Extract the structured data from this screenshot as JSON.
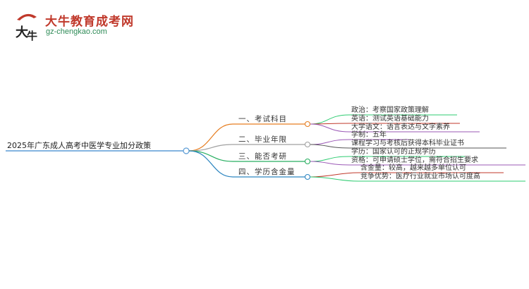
{
  "logo": {
    "title": "大牛教育成考网",
    "url": "gz-chengkao.com",
    "mark_glyph": "大牛"
  },
  "colors": {
    "root_line": "#5b9bd5",
    "branch1": "#e67e22",
    "branch2": "#a0a0a0",
    "branch3": "#27ae60",
    "branch4": "#2e86c1",
    "leaf1": "#2ecc71",
    "leaf2": "#8e44ad",
    "leaf3": "#9b59b6",
    "leaf4": "#c0392b"
  },
  "mindmap": {
    "root": "2025年广东成人高考中医学专业加分政策",
    "branches": [
      {
        "label": "一、考试科目",
        "children": [
          "政治：考察国家政策理解",
          "英语：测试英语基础能力",
          "大学语文：语言表达与文字素养"
        ]
      },
      {
        "label": "二、毕业年限",
        "children": [
          "学制：五年",
          "课程学习与考核后获得本科毕业证书"
        ]
      },
      {
        "label": "三、能否考研",
        "children": [
          "学历：国家认可的正规学历",
          "资格：可申请硕士学位，需符合招生要求"
        ]
      },
      {
        "label": "四、学历含金量",
        "children": [
          "含金量：较高，越来越多单位认可",
          "竞争优势：医疗行业就业市场认可度高"
        ]
      }
    ]
  }
}
